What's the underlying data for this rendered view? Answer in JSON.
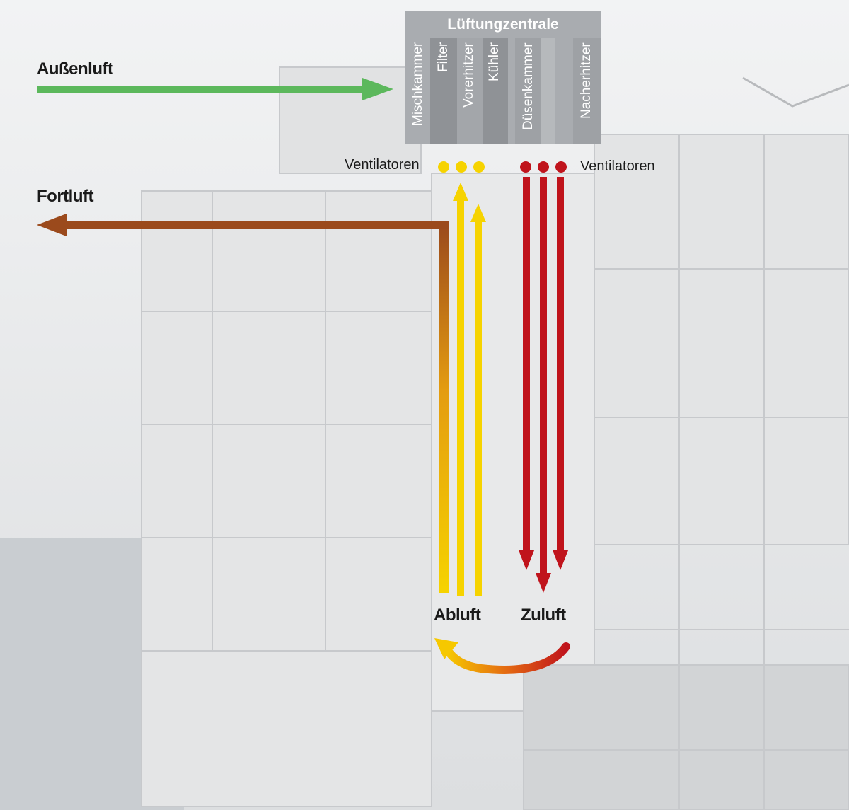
{
  "labels": {
    "aussenluft": "Außenluft",
    "fortluft": "Fortluft",
    "abluft": "Abluft",
    "zuluft": "Zuluft",
    "ventilatoren_left": "Ventilatoren",
    "ventilatoren_right": "Ventilatoren"
  },
  "ahu": {
    "title": "Lüftungzentrale",
    "modules": [
      "Mischkammer",
      "Filter",
      "Vorerhitzer",
      "Kühler",
      "Düsenkammer",
      "Nacherhitzer"
    ]
  },
  "colors": {
    "outdoor_air": "#5cb85c",
    "exhaust_out": "#9b4a1c",
    "extract_air": "#f6d300",
    "supply_air": "#c0141c",
    "unit_gray": "#a9acb0"
  },
  "icons": [
    "arrow-right-icon",
    "arrow-left-icon",
    "arrow-up-icon",
    "arrow-down-icon",
    "fan-icon",
    "recirculation-arrow-icon"
  ]
}
